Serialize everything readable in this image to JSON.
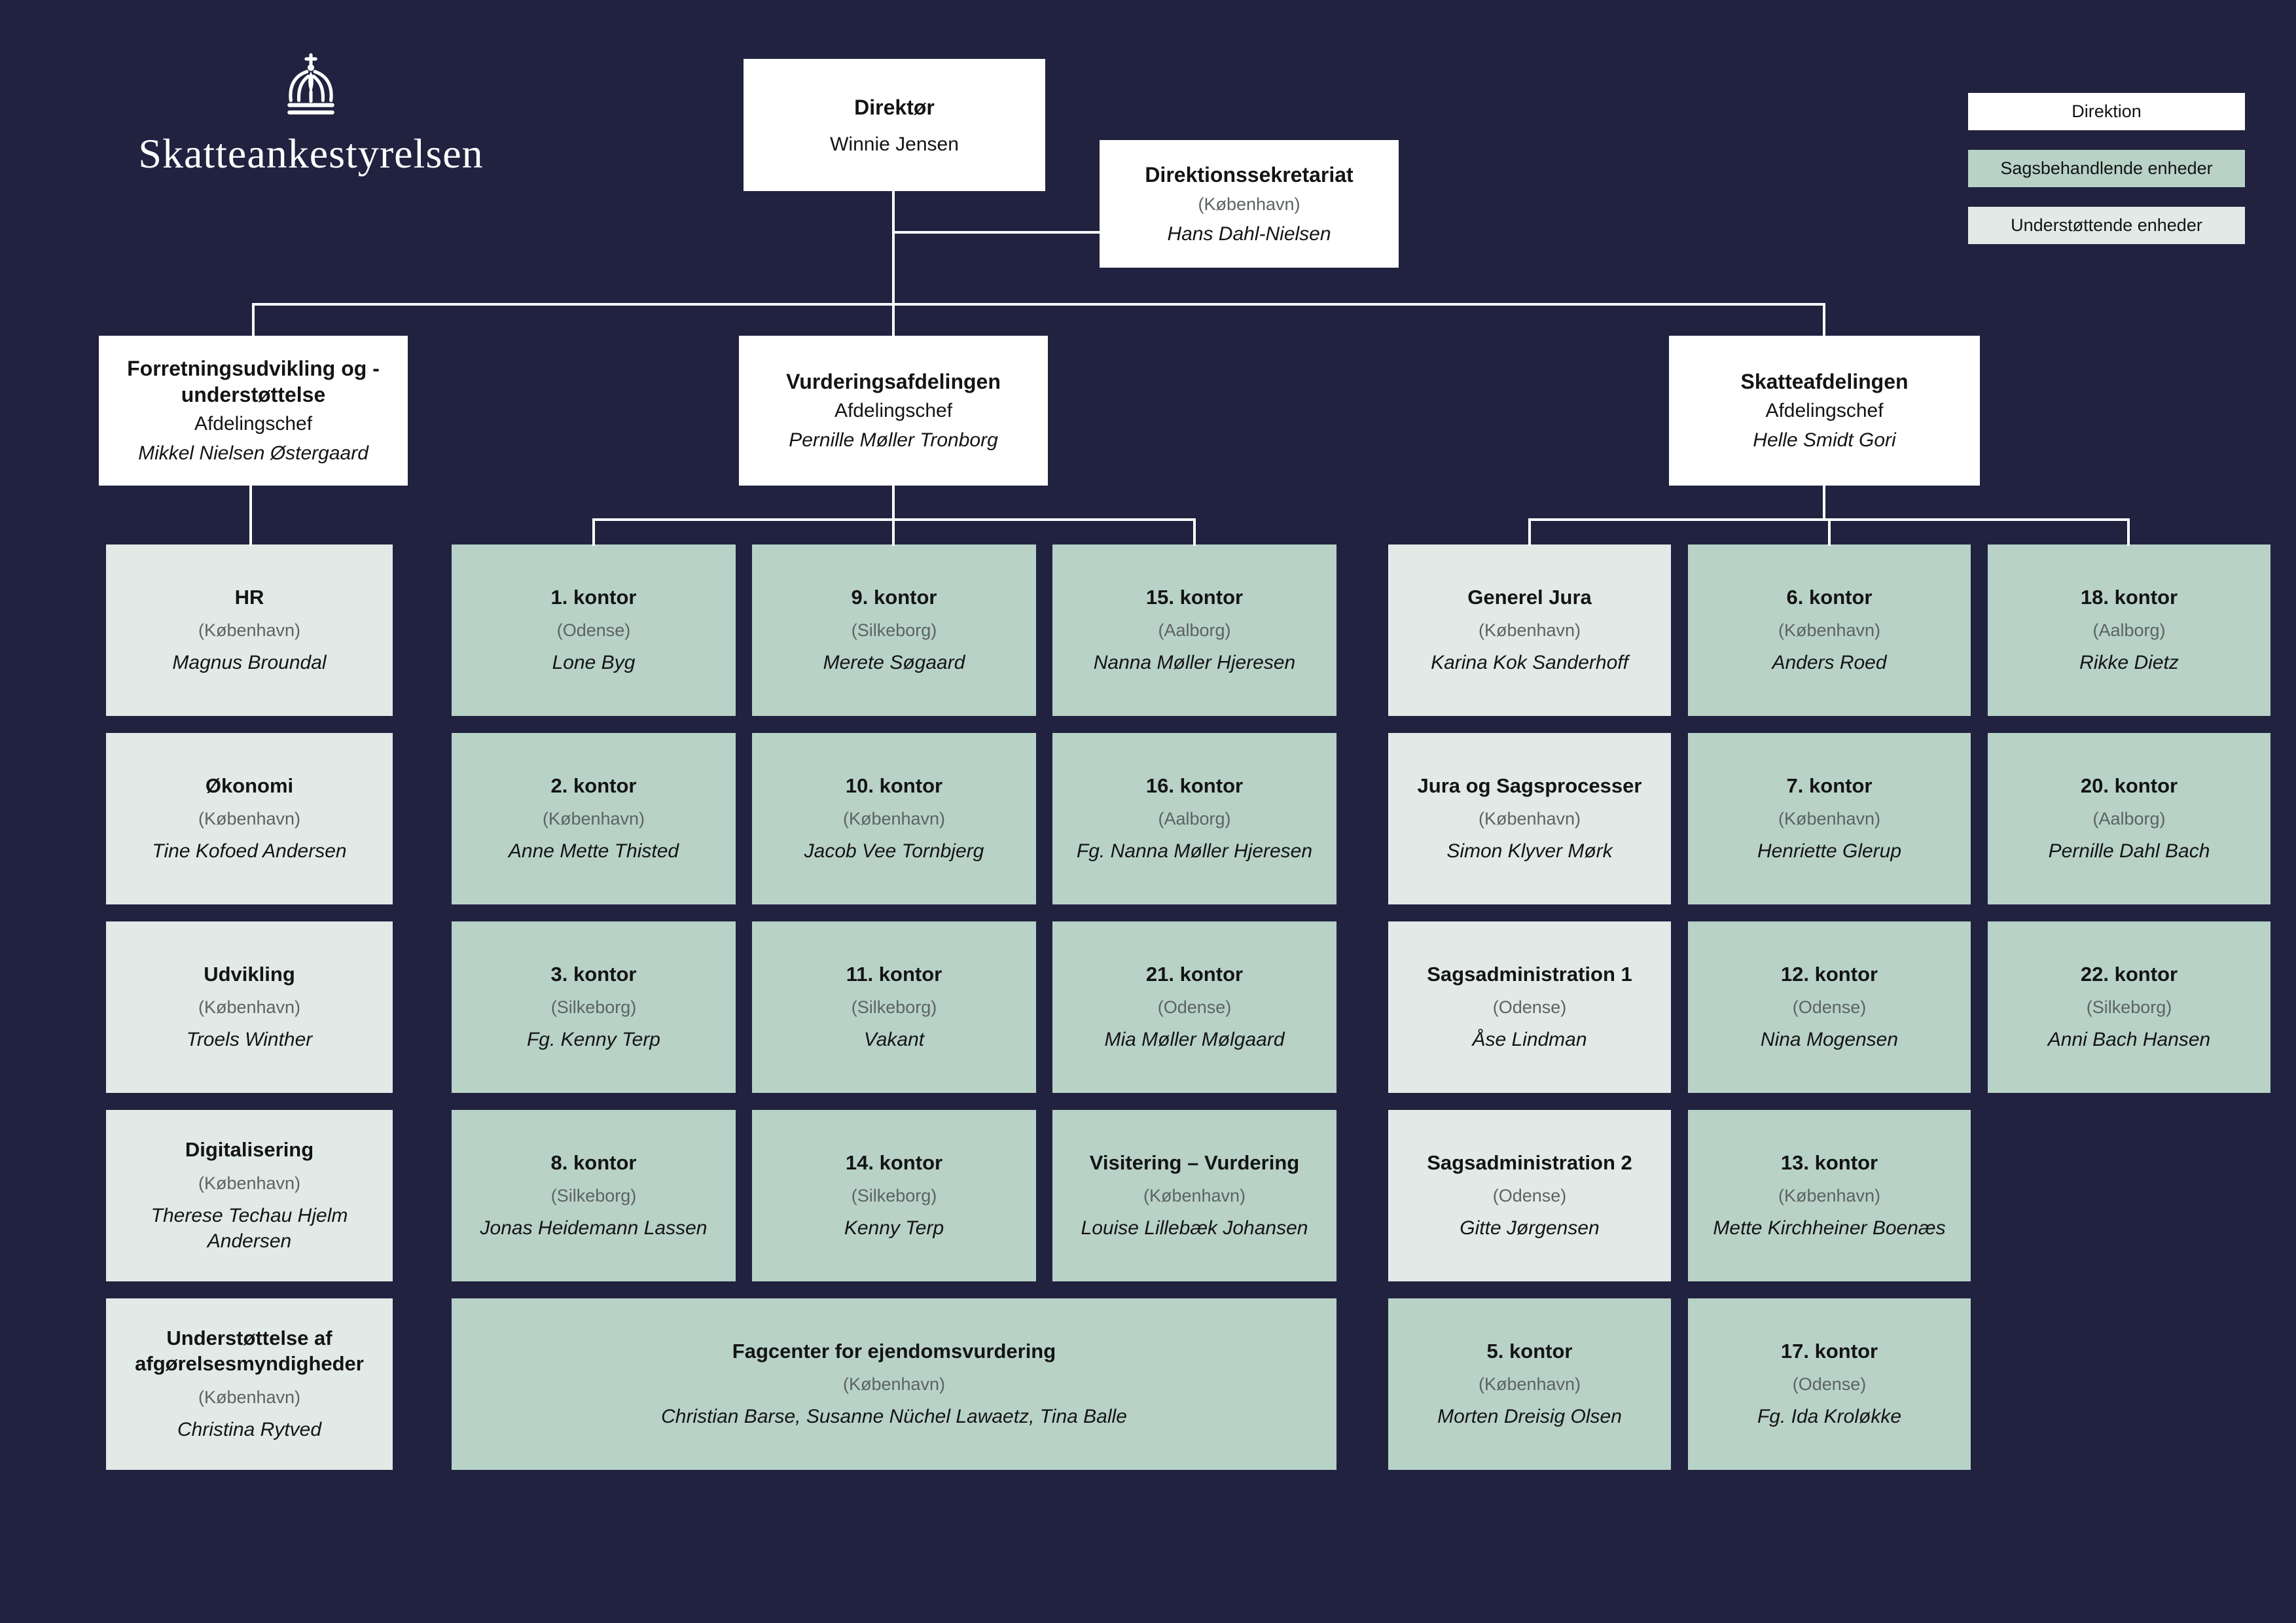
{
  "colors": {
    "navy": "#212240",
    "green": "#b8d2c7",
    "light": "#e1eae7",
    "white": "#ffffff",
    "text": "#141414",
    "muted": "#5c6361",
    "line": "#ffffff"
  },
  "logo": {
    "text": "Skatteankestyrelsen",
    "icon": "crown-icon"
  },
  "direktor": {
    "title": "Direktør",
    "name": "Winnie Jensen"
  },
  "sekretariat": {
    "title": "Direktionssekretariat",
    "location": "(København)",
    "name": "Hans Dahl-Nielsen"
  },
  "legend": [
    {
      "label": "Direktion",
      "variant": "white"
    },
    {
      "label": "Sagsbehandlende enheder",
      "variant": "green"
    },
    {
      "label": "Understøttende enheder",
      "variant": "light"
    }
  ],
  "departments": [
    {
      "title": "Forretningsudvikling og -understøttelse",
      "role": "Afdelingschef",
      "name": "Mikkel Nielsen Østergaard"
    },
    {
      "title": "Vurderingsafdelingen",
      "role": "Afdelingschef",
      "name": "Pernille Møller Tronborg"
    },
    {
      "title": "Skatteafdelingen",
      "role": "Afdelingschef",
      "name": "Helle Smidt Gori"
    }
  ],
  "support_units": [
    {
      "title": "HR",
      "location": "(København)",
      "name": "Magnus Broundal",
      "variant": "light"
    },
    {
      "title": "Økonomi",
      "location": "(København)",
      "name": "Tine Kofoed Andersen",
      "variant": "light"
    },
    {
      "title": "Udvikling",
      "location": "(København)",
      "name": "Troels Winther",
      "variant": "light"
    },
    {
      "title": "Digitalisering",
      "location": "(København)",
      "name": "Therese Techau Hjelm Andersen",
      "variant": "light"
    },
    {
      "title": "Understøttelse af afgørelsesmyndigheder",
      "location": "(København)",
      "name": "Christina Rytved",
      "variant": "light"
    }
  ],
  "vurdering_units": [
    {
      "title": "1. kontor",
      "location": "(Odense)",
      "name": "Lone Byg",
      "variant": "green"
    },
    {
      "title": "9. kontor",
      "location": "(Silkeborg)",
      "name": "Merete Søgaard",
      "variant": "green"
    },
    {
      "title": "15. kontor",
      "location": "(Aalborg)",
      "name": "Nanna Møller Hjeresen",
      "variant": "green"
    },
    {
      "title": "2. kontor",
      "location": "(København)",
      "name": "Anne Mette Thisted",
      "variant": "green"
    },
    {
      "title": "10. kontor",
      "location": "(København)",
      "name": "Jacob Vee Tornbjerg",
      "variant": "green"
    },
    {
      "title": "16. kontor",
      "location": "(Aalborg)",
      "name": "Fg. Nanna Møller Hjeresen",
      "variant": "green"
    },
    {
      "title": "3. kontor",
      "location": "(Silkeborg)",
      "name": "Fg. Kenny Terp",
      "variant": "green"
    },
    {
      "title": "11. kontor",
      "location": "(Silkeborg)",
      "name": "Vakant",
      "variant": "green"
    },
    {
      "title": "21. kontor",
      "location": "(Odense)",
      "name": "Mia Møller Mølgaard",
      "variant": "green"
    },
    {
      "title": "8. kontor",
      "location": "(Silkeborg)",
      "name": "Jonas Heidemann Lassen",
      "variant": "green"
    },
    {
      "title": "14. kontor",
      "location": "(Silkeborg)",
      "name": "Kenny Terp",
      "variant": "green"
    },
    {
      "title": "Visitering – Vurdering",
      "location": "(København)",
      "name": "Louise Lillebæk Johansen",
      "variant": "green"
    },
    {
      "title": "Fagcenter for ejendomsvurdering",
      "location": "(København)",
      "name": "Christian Barse, Susanne Nüchel Lawaetz, Tina Balle",
      "variant": "green",
      "span": 3
    }
  ],
  "skatte_units": [
    {
      "title": "Generel Jura",
      "location": "(København)",
      "name": "Karina Kok Sanderhoff",
      "variant": "light"
    },
    {
      "title": "6. kontor",
      "location": "(København)",
      "name": "Anders Roed",
      "variant": "green"
    },
    {
      "title": "18. kontor",
      "location": "(Aalborg)",
      "name": "Rikke Dietz",
      "variant": "green"
    },
    {
      "title": "Jura og Sagsprocesser",
      "location": "(København)",
      "name": "Simon Klyver Mørk",
      "variant": "light"
    },
    {
      "title": "7. kontor",
      "location": "(København)",
      "name": "Henriette Glerup",
      "variant": "green"
    },
    {
      "title": "20. kontor",
      "location": "(Aalborg)",
      "name": "Pernille Dahl Bach",
      "variant": "green"
    },
    {
      "title": "Sagsadministration 1",
      "location": "(Odense)",
      "name": "Åse Lindman",
      "variant": "light"
    },
    {
      "title": "12. kontor",
      "location": "(Odense)",
      "name": "Nina Mogensen",
      "variant": "green"
    },
    {
      "title": "22. kontor",
      "location": "(Silkeborg)",
      "name": "Anni Bach Hansen",
      "variant": "green"
    },
    {
      "title": "Sagsadministration 2",
      "location": "(Odense)",
      "name": "Gitte Jørgensen",
      "variant": "light"
    },
    {
      "title": "13. kontor",
      "location": "(København)",
      "name": "Mette Kirchheiner Boenæs",
      "variant": "green"
    },
    {
      "variant": "empty"
    },
    {
      "title": "5. kontor",
      "location": "(København)",
      "name": "Morten Dreisig Olsen",
      "variant": "green"
    },
    {
      "title": "17. kontor",
      "location": "(Odense)",
      "name": "Fg. Ida Kroløkke",
      "variant": "green"
    }
  ]
}
